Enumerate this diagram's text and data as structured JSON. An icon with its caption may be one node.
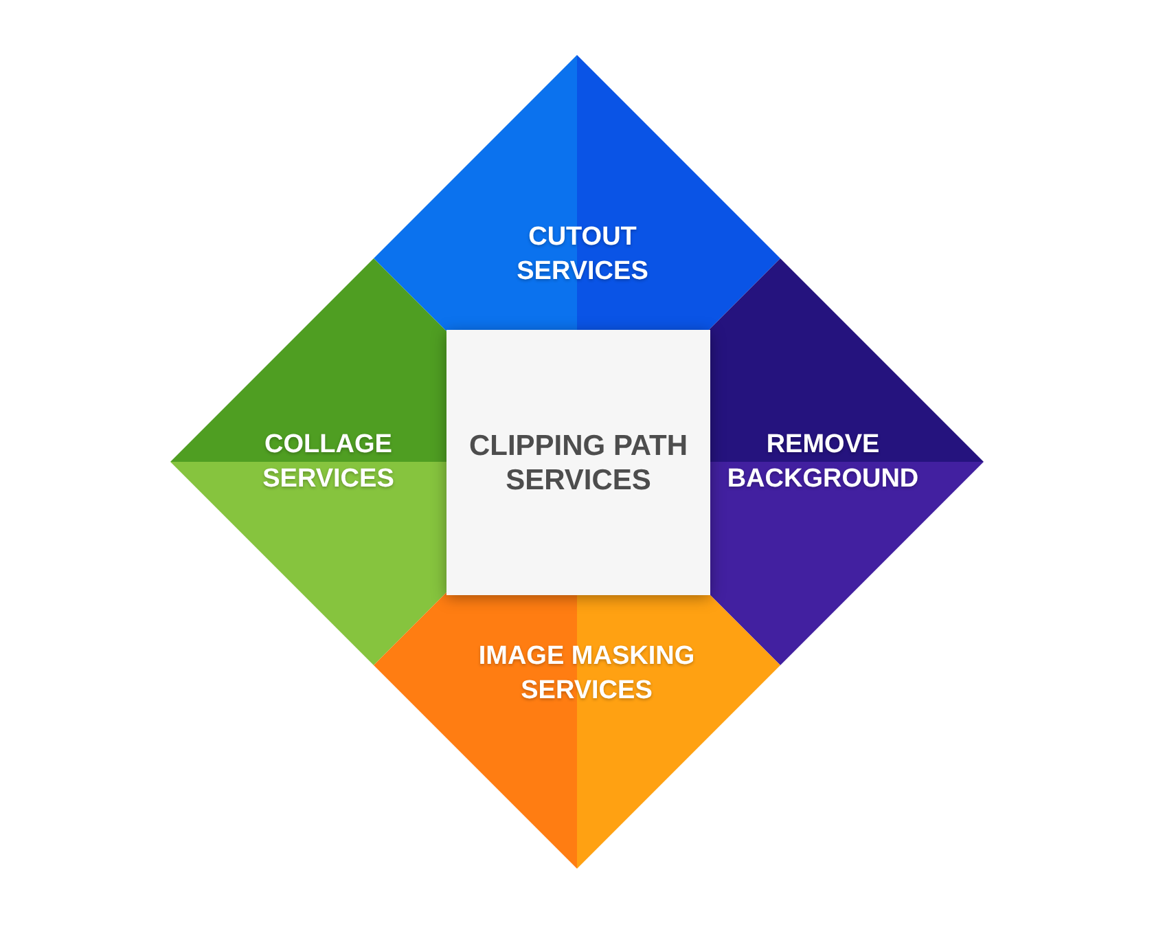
{
  "diagram": {
    "nodes": [
      {
        "text": [
          "CUTOUT SERVICES"
        ]
      },
      {
        "text": [
          "COLLAGE SERVICES"
        ]
      },
      {
        "text": [
          "REMOVE BACKGROUND"
        ]
      },
      {
        "text": [
          "IMAGE MASKING SERVICES"
        ]
      },
      {
        "text": [
          "CLIPPING PATH SERVICES"
        ]
      }
    ]
  }
}
